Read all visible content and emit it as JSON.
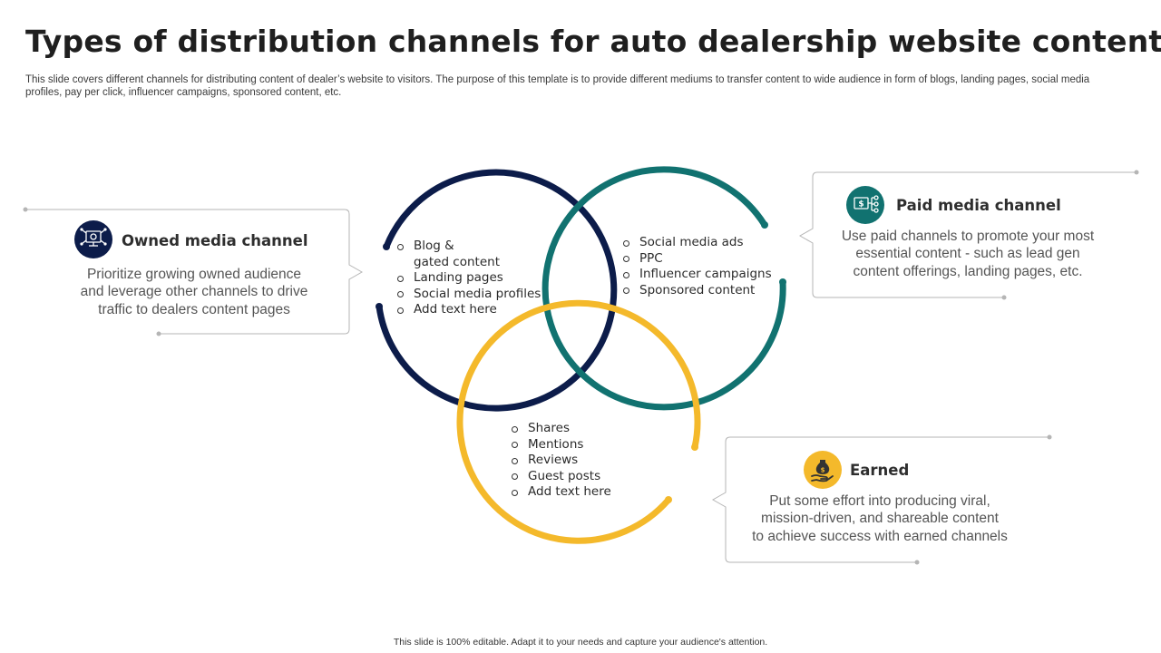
{
  "slide": {
    "title": "Types of distribution channels for auto dealership website content",
    "subtitle": "This slide covers different channels for distributing content of dealer’s website to visitors. The purpose of this template is to provide different mediums to transfer content to wide audience in form of blogs, landing pages, social media profiles, pay per click, influencer campaigns, sponsored content, etc.",
    "footer": "This slide is 100% editable. Adapt it to your needs and capture your audience's attention."
  },
  "colors": {
    "owned": "#0c1c4a",
    "paid": "#117270",
    "earned": "#f4b92b",
    "connector": "#b5b5b5"
  },
  "channels": {
    "owned": {
      "title": "Owned media channel",
      "desc_lines": [
        "Prioritize growing owned audience",
        "and leverage other channels to drive",
        "traffic to dealers content pages"
      ],
      "icon": "computer-network-icon",
      "items": [
        "Blog &",
        "gated content",
        "Landing pages",
        "Social media profiles",
        "Add text here"
      ]
    },
    "paid": {
      "title": "Paid media channel",
      "desc_lines": [
        "Use paid channels to promote your most",
        "essential content - such as lead gen",
        "content offerings, landing pages, etc."
      ],
      "icon": "money-network-icon",
      "items": [
        "Social media ads",
        "PPC",
        "Influencer campaigns",
        "Sponsored content"
      ]
    },
    "earned": {
      "title": "Earned",
      "desc_lines": [
        "Put some effort into producing viral,",
        "mission-driven, and shareable content",
        "to achieve success with earned channels"
      ],
      "icon": "hand-money-bag-icon",
      "items": [
        "Shares",
        "Mentions",
        "Reviews",
        "Guest posts",
        "Add text here"
      ]
    }
  }
}
